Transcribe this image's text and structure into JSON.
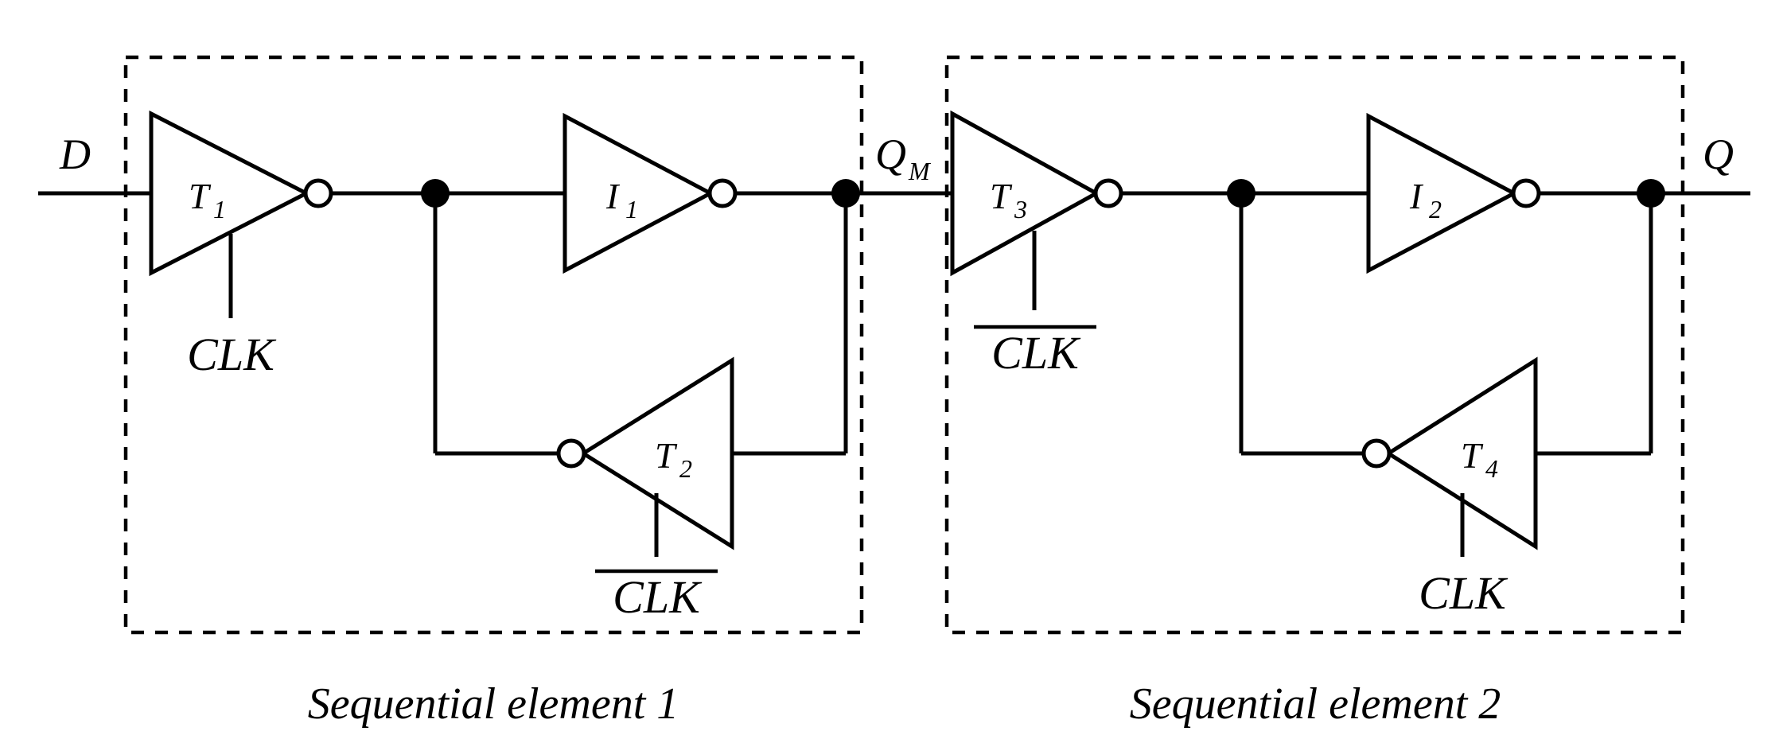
{
  "figure": {
    "type": "circuit-diagram",
    "title": "Master-slave D flip-flop built from two sequential elements",
    "background_color": "#ffffff",
    "line_color": "#000000"
  },
  "signals": {
    "input_d": "D",
    "intermediate_qm": "Q",
    "intermediate_qm_sub": "M",
    "output_q": "Q"
  },
  "clocks": {
    "clk": "CLK",
    "clk_bar": "CLK"
  },
  "gates": [
    {
      "id": "T1",
      "base": "T",
      "sub": "1",
      "kind": "tristate-inverter",
      "orientation": "right",
      "clock": "CLK",
      "element": 1
    },
    {
      "id": "I1",
      "base": "I",
      "sub": "1",
      "kind": "inverter",
      "orientation": "right",
      "clock": "",
      "element": 1
    },
    {
      "id": "T2",
      "base": "T",
      "sub": "2",
      "kind": "tristate-inverter",
      "orientation": "left",
      "clock": "CLK-bar",
      "element": 1
    },
    {
      "id": "T3",
      "base": "T",
      "sub": "3",
      "kind": "tristate-inverter",
      "orientation": "right",
      "clock": "CLK-bar",
      "element": 2
    },
    {
      "id": "I2",
      "base": "I",
      "sub": "2",
      "kind": "inverter",
      "orientation": "right",
      "clock": "",
      "element": 2
    },
    {
      "id": "T4",
      "base": "T",
      "sub": "4",
      "kind": "tristate-inverter",
      "orientation": "left",
      "clock": "CLK",
      "element": 2
    }
  ],
  "groups": [
    {
      "id": "element-1",
      "caption": "Sequential element 1"
    },
    {
      "id": "element-2",
      "caption": "Sequential element 2"
    }
  ],
  "labels": {
    "t1": "T",
    "t1_sub": "1",
    "i1": "I",
    "i1_sub": "1",
    "t2": "T",
    "t2_sub": "2",
    "t3": "T",
    "t3_sub": "3",
    "i2": "I",
    "i2_sub": "2",
    "t4": "T",
    "t4_sub": "4",
    "clk_1": "CLK",
    "clkbar_1": "CLK",
    "clkbar_2": "CLK",
    "clk_2": "CLK",
    "caption_1": "Sequential element 1",
    "caption_2": "Sequential element 2"
  }
}
